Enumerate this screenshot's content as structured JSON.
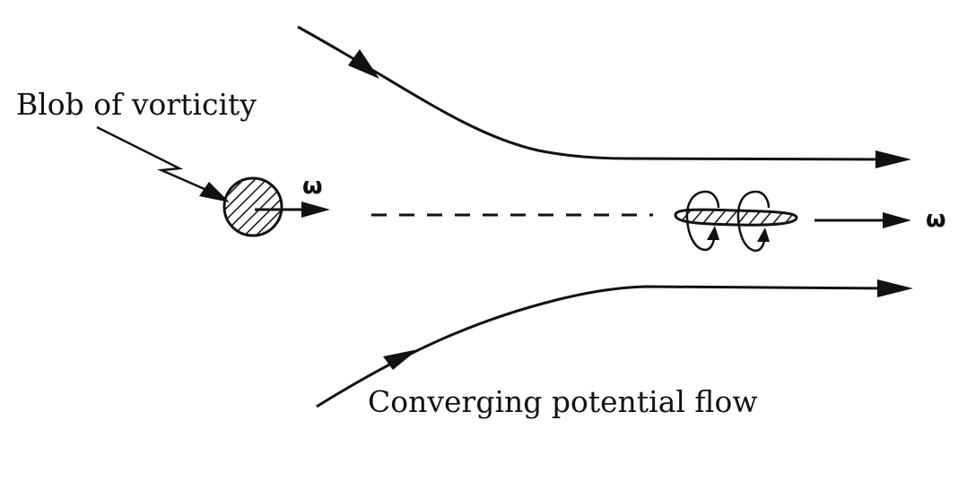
{
  "labels": {
    "blob": "Blob of vorticity",
    "flow": "Converging potential flow",
    "omega_left": "ω",
    "omega_right": "ω"
  },
  "colors": {
    "ink": "#111111",
    "background": "#ffffff"
  }
}
